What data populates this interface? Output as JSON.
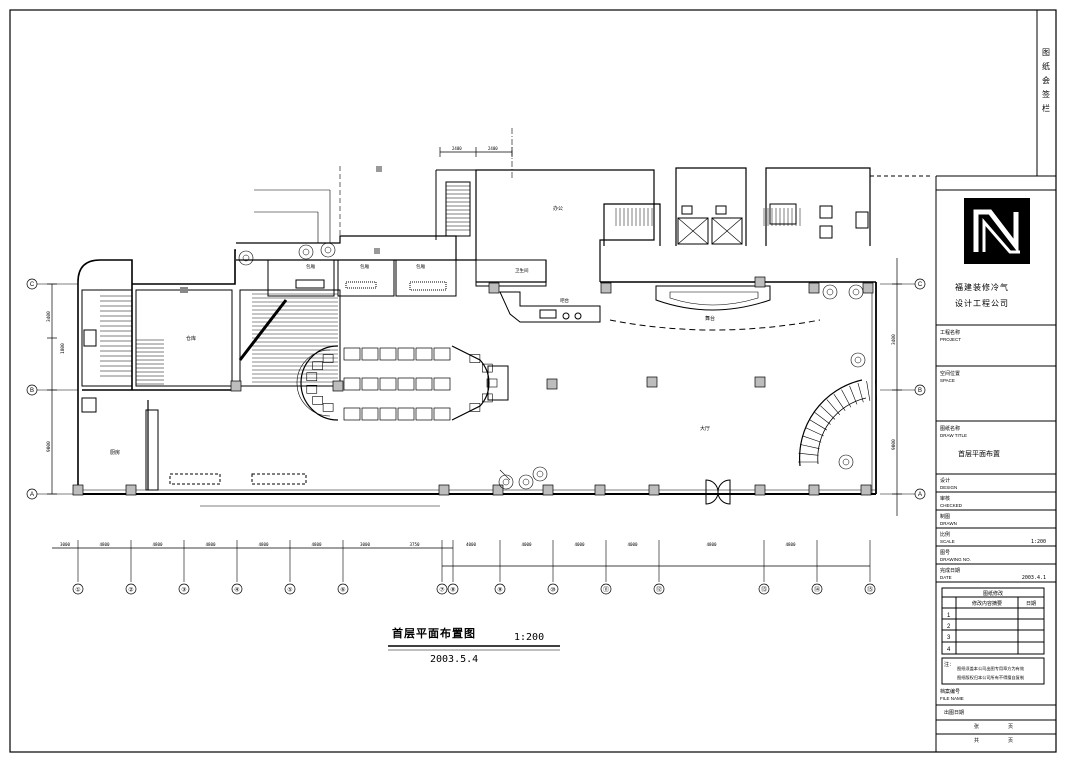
{
  "drawing": {
    "title": "首层平面布置图",
    "scale_label": "1:200",
    "date": "2003.5.4"
  },
  "grid": {
    "cols": [
      "①",
      "②",
      "③",
      "④",
      "⑤",
      "⑥",
      "⑦",
      "⑧",
      "⑨",
      "⑩",
      "⑪",
      "⑫",
      "⑬",
      "⑭",
      "⑮"
    ],
    "rows": [
      "C",
      "B",
      "A"
    ],
    "bottom_dims": [
      "3000",
      "4800",
      "4800",
      "4800",
      "4800",
      "4800",
      "3000",
      "3750",
      "4000",
      "4000",
      "4000",
      "4000",
      "4800",
      "4800"
    ],
    "left_dims": [
      "3400",
      "1800",
      "9000"
    ],
    "top_dims": [
      "2400",
      "2400"
    ]
  },
  "title_block": {
    "side_label": "图纸会签栏",
    "company_line1": "福建装修冷气",
    "company_line2": "设计工程公司",
    "project_cn": "工程名称",
    "project_en": "PROJECT",
    "space_cn": "空间位置",
    "space_en": "SPACE",
    "drawing_title_cn": "图纸名称",
    "drawing_title_en": "DRAW TITLE",
    "drawing_title_value": "首层平面布置",
    "design_cn": "设计",
    "design_en": "DESIGN",
    "check_cn": "审核",
    "check_en": "CHECKED",
    "drawn_cn": "制图",
    "drawn_en": "DRAWN",
    "scale_cn": "比例",
    "scale_en": "SCALE",
    "scale_value": "1:200",
    "drawing_no_cn": "图号",
    "drawing_no_en": "DRAWING NO.",
    "date_cn": "完成日期",
    "date_en": "DATE",
    "date_value": "2003.4.1",
    "revision_header": "图纸修改",
    "revision_col1": "修改内容摘要",
    "revision_col2": "日期",
    "revision_rows": [
      "1",
      "2",
      "3",
      "4"
    ],
    "note_label": "注：",
    "note_line1": "图纸须盖本公司出图专用章方为有效",
    "note_line2": "图纸版权归本公司所有不得擅自复制",
    "file_name_cn": "档案编号",
    "file_name_en": "FILE NAME",
    "issue_date_cn": "出图日期",
    "sheet_label_1": "张",
    "sheet_label_2": "页",
    "total_label_1": "共",
    "total_label_2": "页"
  },
  "rooms": {
    "kitchen": "厨房",
    "storage": "仓库",
    "office": "办公",
    "wc": "卫生间",
    "bar": "吧台",
    "hall": "大厅",
    "stage": "舞台",
    "booth1": "包厢",
    "booth2": "包厢",
    "booth3": "包厢"
  }
}
